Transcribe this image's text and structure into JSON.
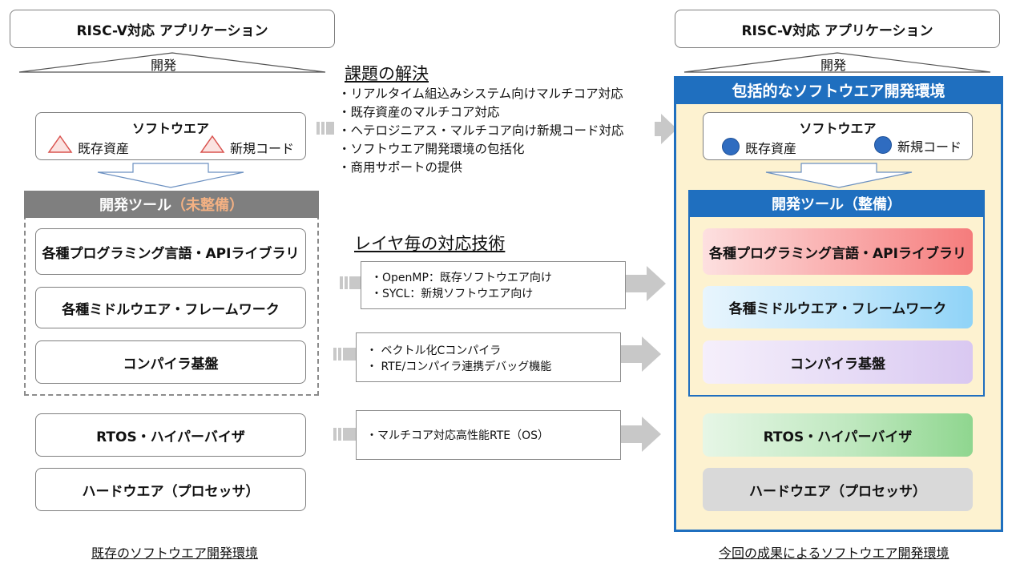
{
  "left": {
    "app_title": "RISC-V対応 アプリケーション",
    "dev_label": "開発",
    "software_title": "ソフトウエア",
    "existing_label": "既存資産",
    "new_code_label": "新規コード",
    "tools_header_main": "開発ツール",
    "tools_header_accent": "（未整備）",
    "tools": [
      "各種プログラミング言語・APIライブラリ",
      "各種ミドルウエア・フレームワーク",
      "コンパイラ基盤"
    ],
    "rtos": "RTOS・ハイパーバイザ",
    "hardware": "ハードウエア（プロセッサ）",
    "caption": "既存のソフトウエア開発環境"
  },
  "middle": {
    "issues_title": "課題の解決",
    "issues": [
      "・リアルタイム組込みシステム向けマルチコア対応",
      "・既存資産のマルチコア対応",
      "・ヘテロジニアス・マルチコア向け新規コード対応",
      "・ソフトウエア開発環境の包括化",
      "・商用サポートの提供"
    ],
    "layer_title": "レイヤ毎の対応技術",
    "tech_boxes": [
      [
        "・OpenMP：既存ソフトウエア向け",
        "・SYCL：新規ソフトウエア向け"
      ],
      [
        "・ ベクトル化Cコンパイラ",
        "・ RTE/コンパイラ連携デバッグ機能"
      ],
      [
        "・マルチコア対応高性能RTE（OS）"
      ]
    ]
  },
  "right": {
    "app_title": "RISC-V対応 アプリケーション",
    "dev_label": "開発",
    "env_header": "包括的なソフトウエア開発環境",
    "software_title": "ソフトウエア",
    "existing_label": "既存資産",
    "new_code_label": "新規コード",
    "tools_header": "開発ツール（整備）",
    "tools": [
      "各種プログラミング言語・APIライブラリ",
      "各種ミドルウエア・フレームワーク",
      "コンパイラ基盤"
    ],
    "rtos": "RTOS・ハイパーバイザ",
    "hardware": "ハードウエア（プロセッサ）",
    "caption": "今回の成果によるソフトウエア開発環境"
  },
  "colors": {
    "blue": "#1f6fbf",
    "cream": "#fdf2d0",
    "gray_header": "#7f7f7f",
    "accent_orange": "#f4b183",
    "triangle_red": "#d9534f",
    "circle_blue": "#2f6cc0"
  }
}
